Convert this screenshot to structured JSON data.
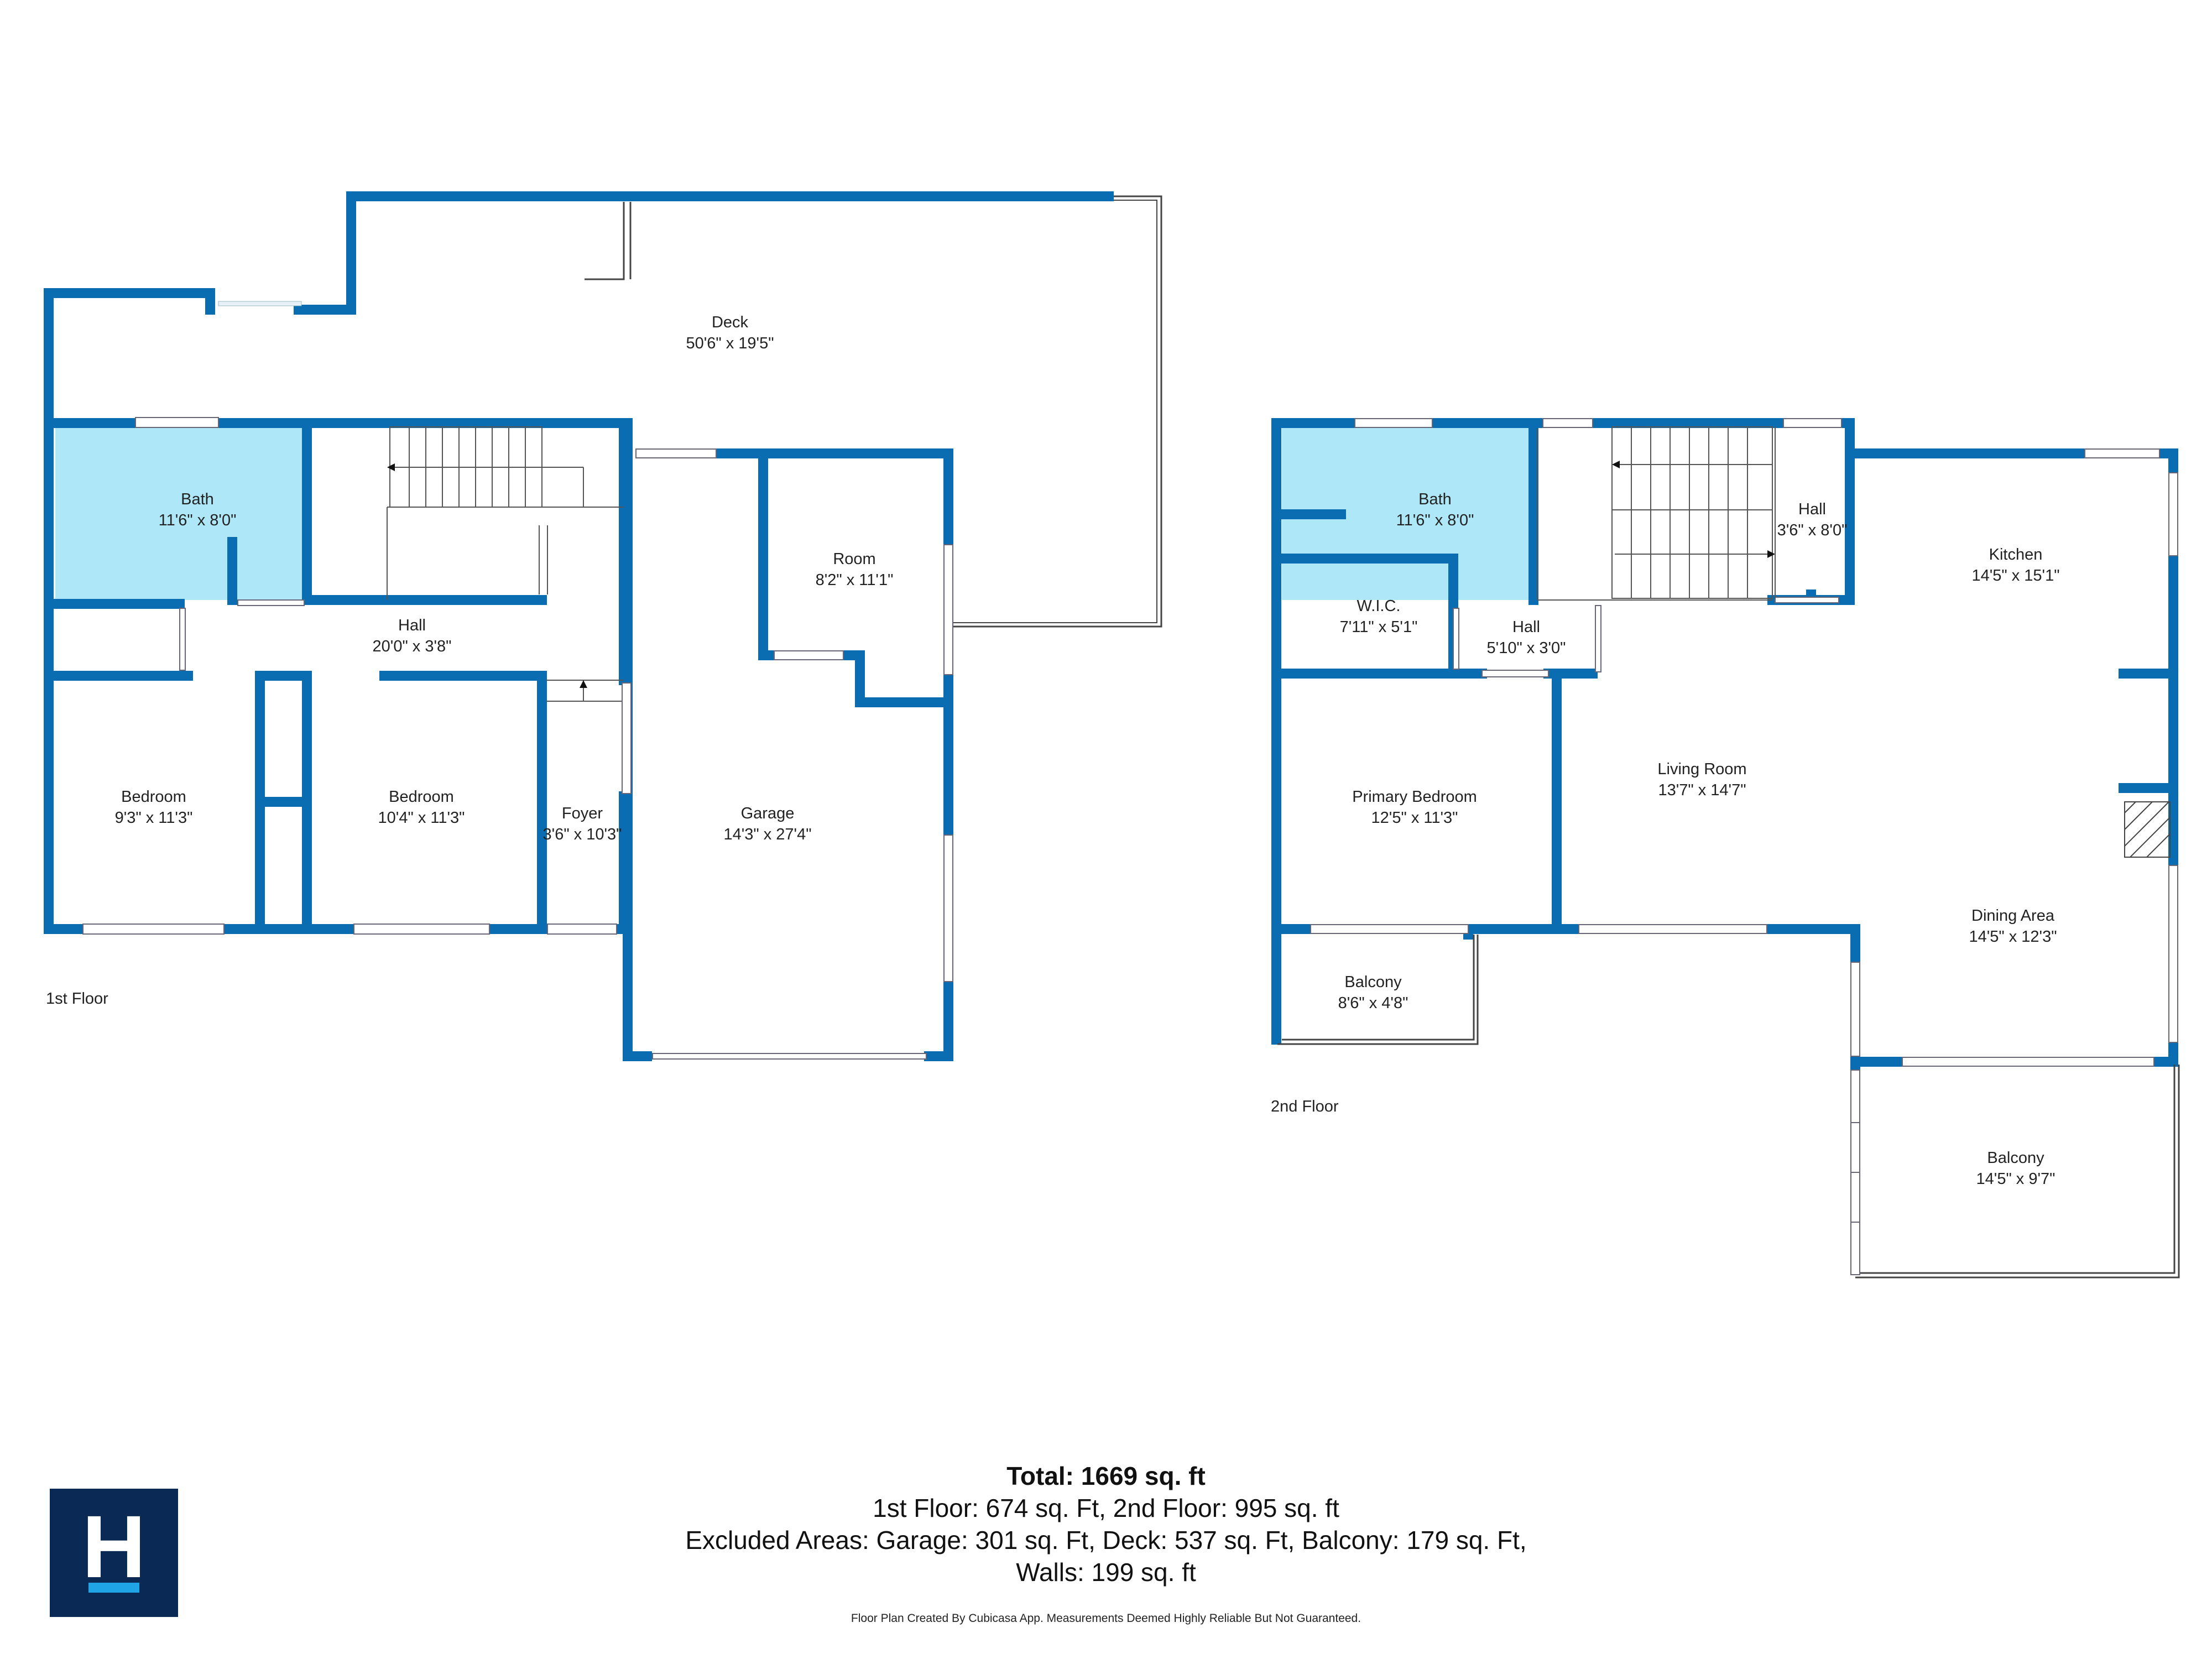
{
  "colors": {
    "wall": "#0a6db2",
    "bath_fill": "#aee8f8",
    "logo_bg": "#0a2a55",
    "logo_accent": "#1fa5e6"
  },
  "floors": {
    "first": {
      "label": "1st Floor",
      "rooms": {
        "deck": {
          "name": "Deck",
          "dims": "50'6\" x 19'5\""
        },
        "bath": {
          "name": "Bath",
          "dims": "11'6\" x 8'0\""
        },
        "room": {
          "name": "Room",
          "dims": "8'2\" x 11'1\""
        },
        "hall": {
          "name": "Hall",
          "dims": "20'0\" x 3'8\""
        },
        "bedroom_a": {
          "name": "Bedroom",
          "dims": "9'3\" x 11'3\""
        },
        "bedroom_b": {
          "name": "Bedroom",
          "dims": "10'4\" x 11'3\""
        },
        "foyer": {
          "name": "Foyer",
          "dims": "3'6\" x 10'3\""
        },
        "garage": {
          "name": "Garage",
          "dims": "14'3\" x 27'4\""
        }
      }
    },
    "second": {
      "label": "2nd Floor",
      "rooms": {
        "bath": {
          "name": "Bath",
          "dims": "11'6\" x 8'0\""
        },
        "hall_stair": {
          "name": "Hall",
          "dims": "3'6\" x 8'0\""
        },
        "kitchen": {
          "name": "Kitchen",
          "dims": "14'5\" x 15'1\""
        },
        "wic": {
          "name": "W.I.C.",
          "dims": "7'11\" x 5'1\""
        },
        "hall": {
          "name": "Hall",
          "dims": "5'10\" x 3'0\""
        },
        "living": {
          "name": "Living Room",
          "dims": "13'7\" x 14'7\""
        },
        "primary_bedroom": {
          "name": "Primary Bedroom",
          "dims": "12'5\" x 11'3\""
        },
        "dining": {
          "name": "Dining Area",
          "dims": "14'5\" x 12'3\""
        },
        "balcony_small": {
          "name": "Balcony",
          "dims": "8'6\" x 4'8\""
        },
        "balcony_large": {
          "name": "Balcony",
          "dims": "14'5\" x 9'7\""
        }
      }
    }
  },
  "summary": {
    "total": "Total: 1669 sq. ft",
    "line1": "1st Floor: 674 sq. Ft, 2nd Floor: 995 sq. ft",
    "line2": "Excluded Areas: Garage: 301 sq. Ft, Deck: 537 sq. Ft, Balcony: 179 sq. Ft,",
    "line3": "Walls: 199 sq. ft"
  },
  "disclaimer": "Floor Plan Created By Cubicasa App. Measurements Deemed Highly Reliable But Not Guaranteed.",
  "logo": {
    "letter": "H"
  }
}
